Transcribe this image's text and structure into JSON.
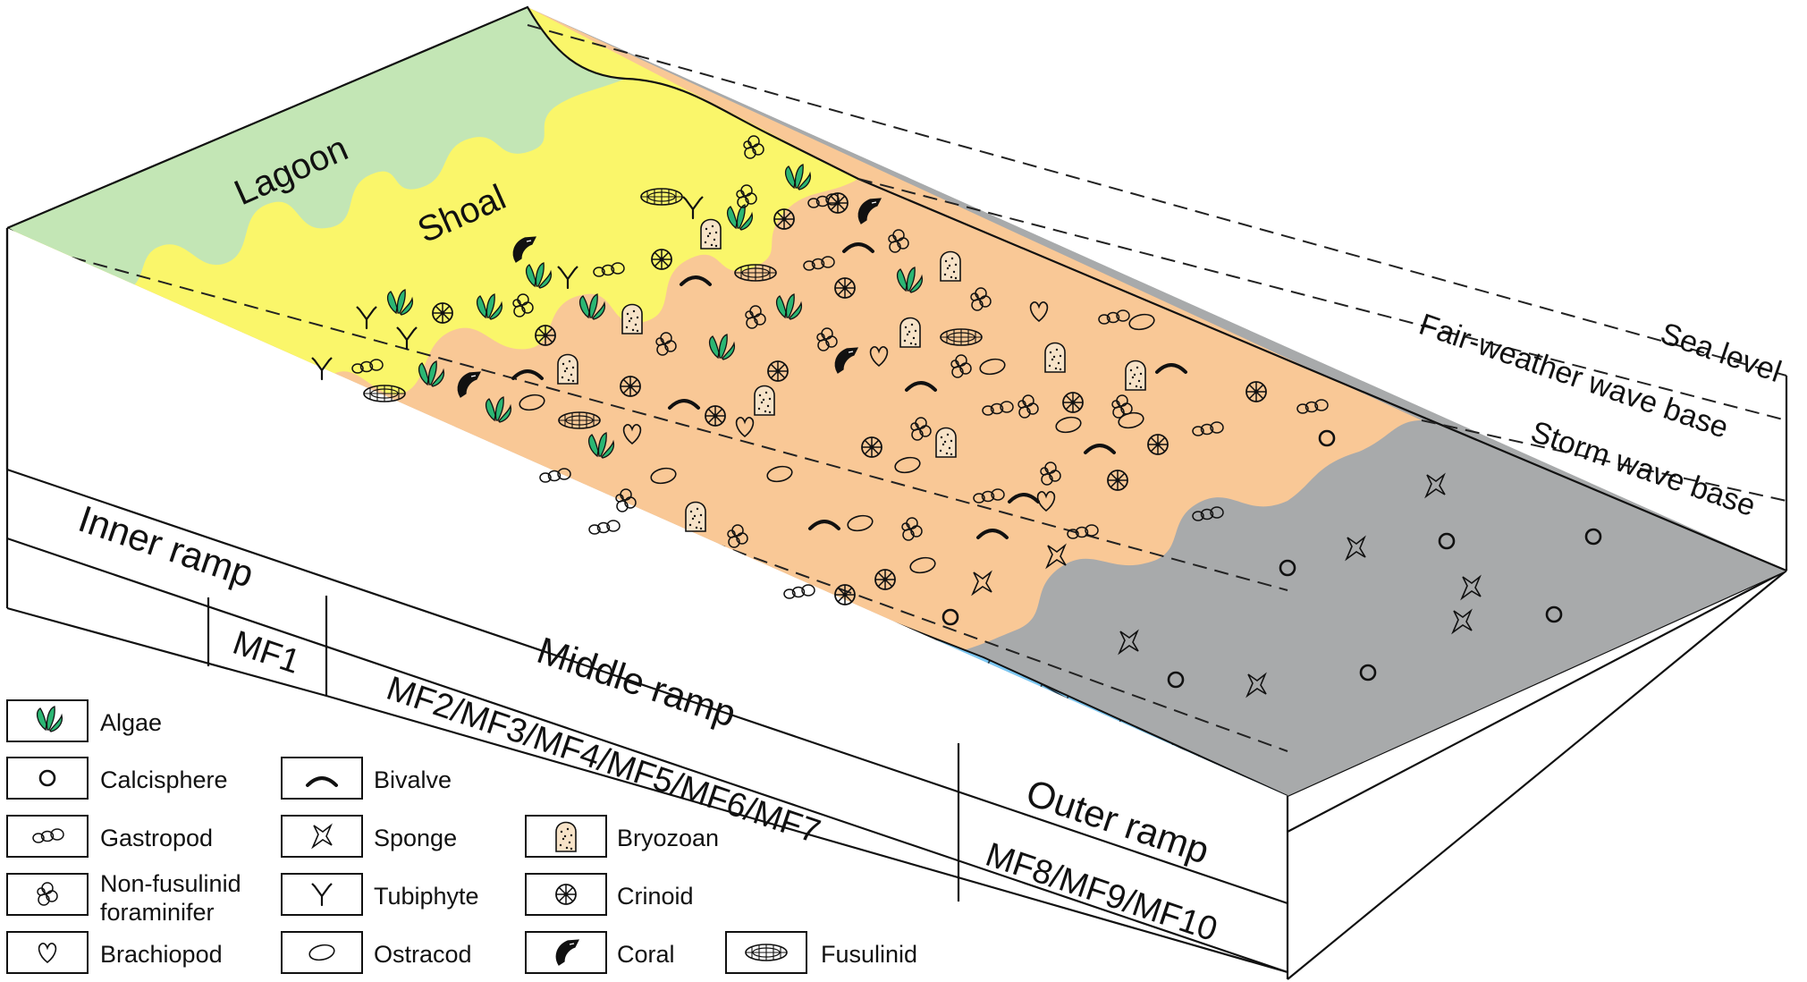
{
  "zones": {
    "lagoon": "Lagoon",
    "shoal": "Shoal"
  },
  "surfaces": {
    "sea_level": "Sea level",
    "fair_weather": "Fair-weather wave base",
    "storm": "Storm wave base"
  },
  "ramp": {
    "inner": "Inner ramp",
    "inner_facies": "MF1",
    "middle": "Middle ramp",
    "middle_facies": "MF2/MF3/MF4/MF5/MF6/MF7",
    "outer": "Outer ramp",
    "outer_facies": "MF8/MF9/MF10"
  },
  "legend": [
    {
      "icon": "algae-icon",
      "label": "Algae"
    },
    {
      "icon": "calcisphere-icon",
      "label": "Calcisphere"
    },
    {
      "icon": "gastropod-icon",
      "label": "Gastropod"
    },
    {
      "icon": "foraminifer-icon",
      "label": "Non-fusulinid",
      "label2": "foraminifer"
    },
    {
      "icon": "brachiopod-icon",
      "label": "Brachiopod"
    },
    {
      "icon": "bivalve-icon",
      "label": "Bivalve"
    },
    {
      "icon": "sponge-icon",
      "label": "Sponge"
    },
    {
      "icon": "tubiphyte-icon",
      "label": "Tubiphyte"
    },
    {
      "icon": "ostracod-icon",
      "label": "Ostracod"
    },
    {
      "icon": "bryozoan-icon",
      "label": "Bryozoan"
    },
    {
      "icon": "crinoid-icon",
      "label": "Crinoid"
    },
    {
      "icon": "coral-icon",
      "label": "Coral"
    },
    {
      "icon": "fusulinid-icon",
      "label": "Fusulinid"
    }
  ],
  "colors": {
    "lagoon": "#c3e6b5",
    "shoal": "#faf66a",
    "middle_ramp": "#f9c896",
    "outer_ramp": "#a8aaab",
    "limestone": "#7cc7f2",
    "algae": "#2bb673"
  }
}
